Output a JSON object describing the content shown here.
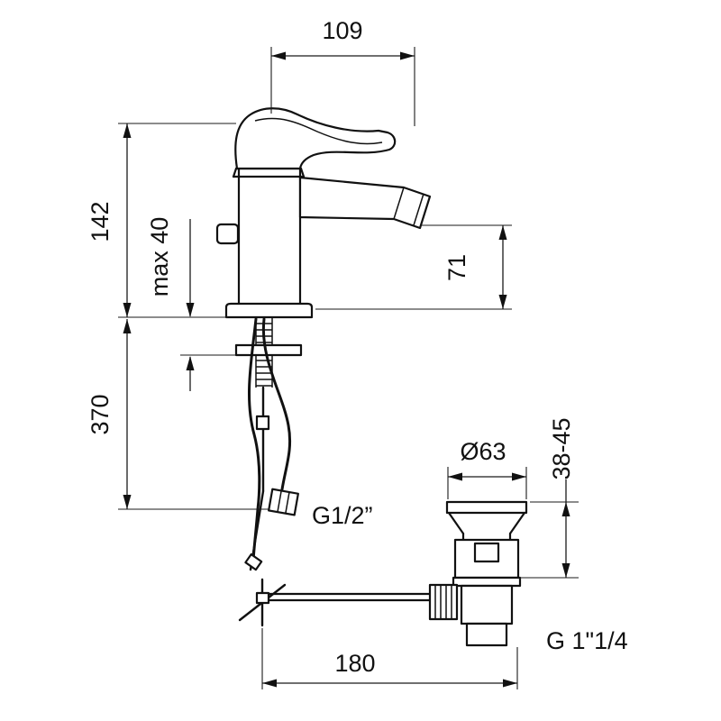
{
  "drawing": {
    "type": "technical-dimension-drawing",
    "labels": {
      "dim_109": "109",
      "dim_142": "142",
      "dim_max_40": "max 40",
      "dim_71": "71",
      "dim_370": "370",
      "thread_hose": "G1/2”",
      "dim_diameter_63": "Ø63",
      "dim_38_45": "38-45",
      "dim_180": "180",
      "thread_waste": "G 1\"1/4"
    },
    "colors": {
      "line": "#111111",
      "background": "#ffffff"
    }
  }
}
